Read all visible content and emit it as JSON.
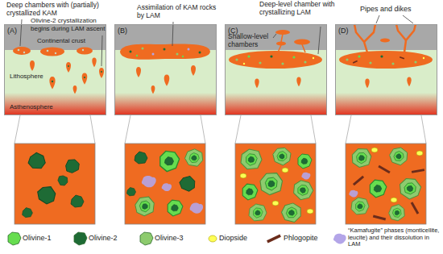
{
  "diagram": {
    "nodes": [
      {
        "text": [
          "(A)",
          "Continental crust",
          "Lithosphere",
          "Asthenosphere"
        ]
      },
      {
        "text": [
          "(B)"
        ]
      },
      {
        "text": [
          "(C)"
        ]
      },
      {
        "text": [
          "(D)"
        ]
      }
    ],
    "labels": [
      "Deep chambers with (partially) crystallized KAM",
      "Olivine-2 crystallization begins during LAM ascent",
      "Assimilation of KAM rocks by LAM",
      "Deep-level chamber with crystallizing LAM",
      "Shallow-level chambers",
      "Pipes and dikes"
    ],
    "legend": [
      {
        "text": "Olivine-1",
        "color": "#66dd4f"
      },
      {
        "text": "Olivine-2",
        "color": "#1e6b35"
      },
      {
        "text": "Olivine-3",
        "color": "#8dcb6e"
      },
      {
        "text": "Diopside",
        "color": "#ffff55"
      },
      {
        "text": "Phlogopite",
        "color": "#6b2c1b"
      },
      {
        "text": "“Kamafugite” phases (monticellite, leucite) and their dissolution in LAM",
        "color": "#b3a5e8"
      }
    ]
  }
}
